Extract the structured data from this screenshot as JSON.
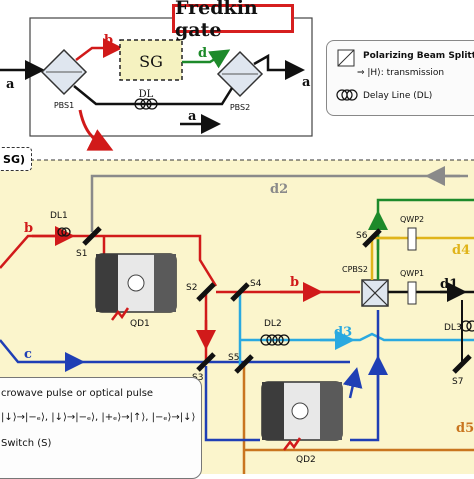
{
  "title": "Fredkin gate",
  "top": {
    "sg_label": "SG",
    "path_labels": {
      "a_in": "a",
      "b": "b",
      "d": "d",
      "a_out": "a",
      "a_low": "a"
    },
    "dl_label": "DL",
    "pbs1": "PBS1",
    "pbs2": "PBS2"
  },
  "legend": {
    "line1": "Polarizing Beam Splitt",
    "line2": "⇒ |H⟩: transmission",
    "line3": "Delay Line (DL)"
  },
  "sg_tab": "SG)",
  "main": {
    "labels": {
      "d2": "d2",
      "b1": "b",
      "dl1": "DL1",
      "s1": "S1",
      "qd1": "QD1",
      "s2": "S2",
      "s3": "S3",
      "s4": "S4",
      "b2": "b",
      "cpbs2": "CPBS2",
      "s5": "S5",
      "s6": "S6",
      "qwp2": "QWP2",
      "qwp1": "QWP1",
      "d4": "d4",
      "d1": "d1",
      "dl2": "DL2",
      "d3": "d3",
      "dl3": "DL3",
      "s7": "S7",
      "c": "c",
      "qd2": "QD2",
      "d5": "d5"
    }
  },
  "pulse": {
    "line1": "crowave pulse  or  optical pulse",
    "line2": "|↓⟩→|−ₑ⟩, |↓⟩→|−ₑ⟩, |+ₑ⟩→|↑⟩, |−ₑ⟩→|↓⟩",
    "line3": "Switch (S)"
  },
  "colors": {
    "red": "#d11a1a",
    "green": "#1d8a2a",
    "gray": "#8a8a8a",
    "blue": "#1f3fb5",
    "cyan": "#2aa9e0",
    "orange": "#c9751f",
    "yellow_panel": "#fbf5cc",
    "sg_fill": "#f5f2c0"
  }
}
